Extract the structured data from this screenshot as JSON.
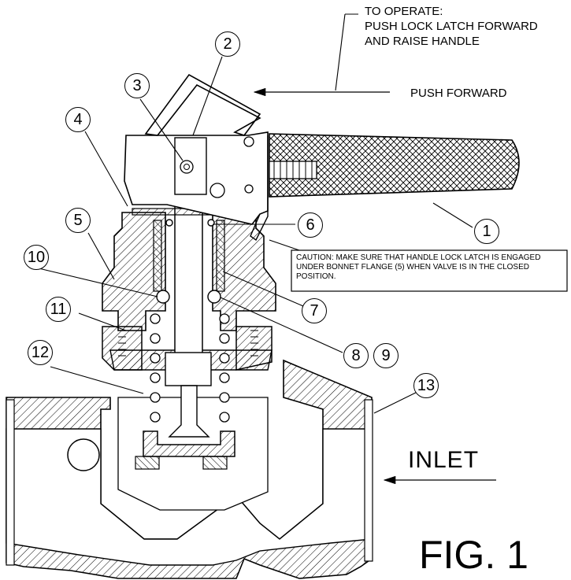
{
  "operate_note": {
    "line1": "TO OPERATE:",
    "line2": "PUSH LOCK LATCH FORWARD",
    "line3": "AND RAISE HANDLE"
  },
  "push_forward_label": "PUSH FORWARD",
  "caution_text": "CAUTION:  MAKE SURE THAT HANDLE LOCK LATCH IS ENGAGED UNDER BONNET FLANGE (5) WHEN VALVE IS IN THE CLOSED POSITION.",
  "inlet_label": "INLET",
  "figure_label": "FIG. 1",
  "callouts": {
    "c1": "1",
    "c2": "2",
    "c3": "3",
    "c4": "4",
    "c5": "5",
    "c6": "6",
    "c7": "7",
    "c8": "8",
    "c9": "9",
    "c10": "10",
    "c11": "11",
    "c12": "12",
    "c13": "13"
  }
}
